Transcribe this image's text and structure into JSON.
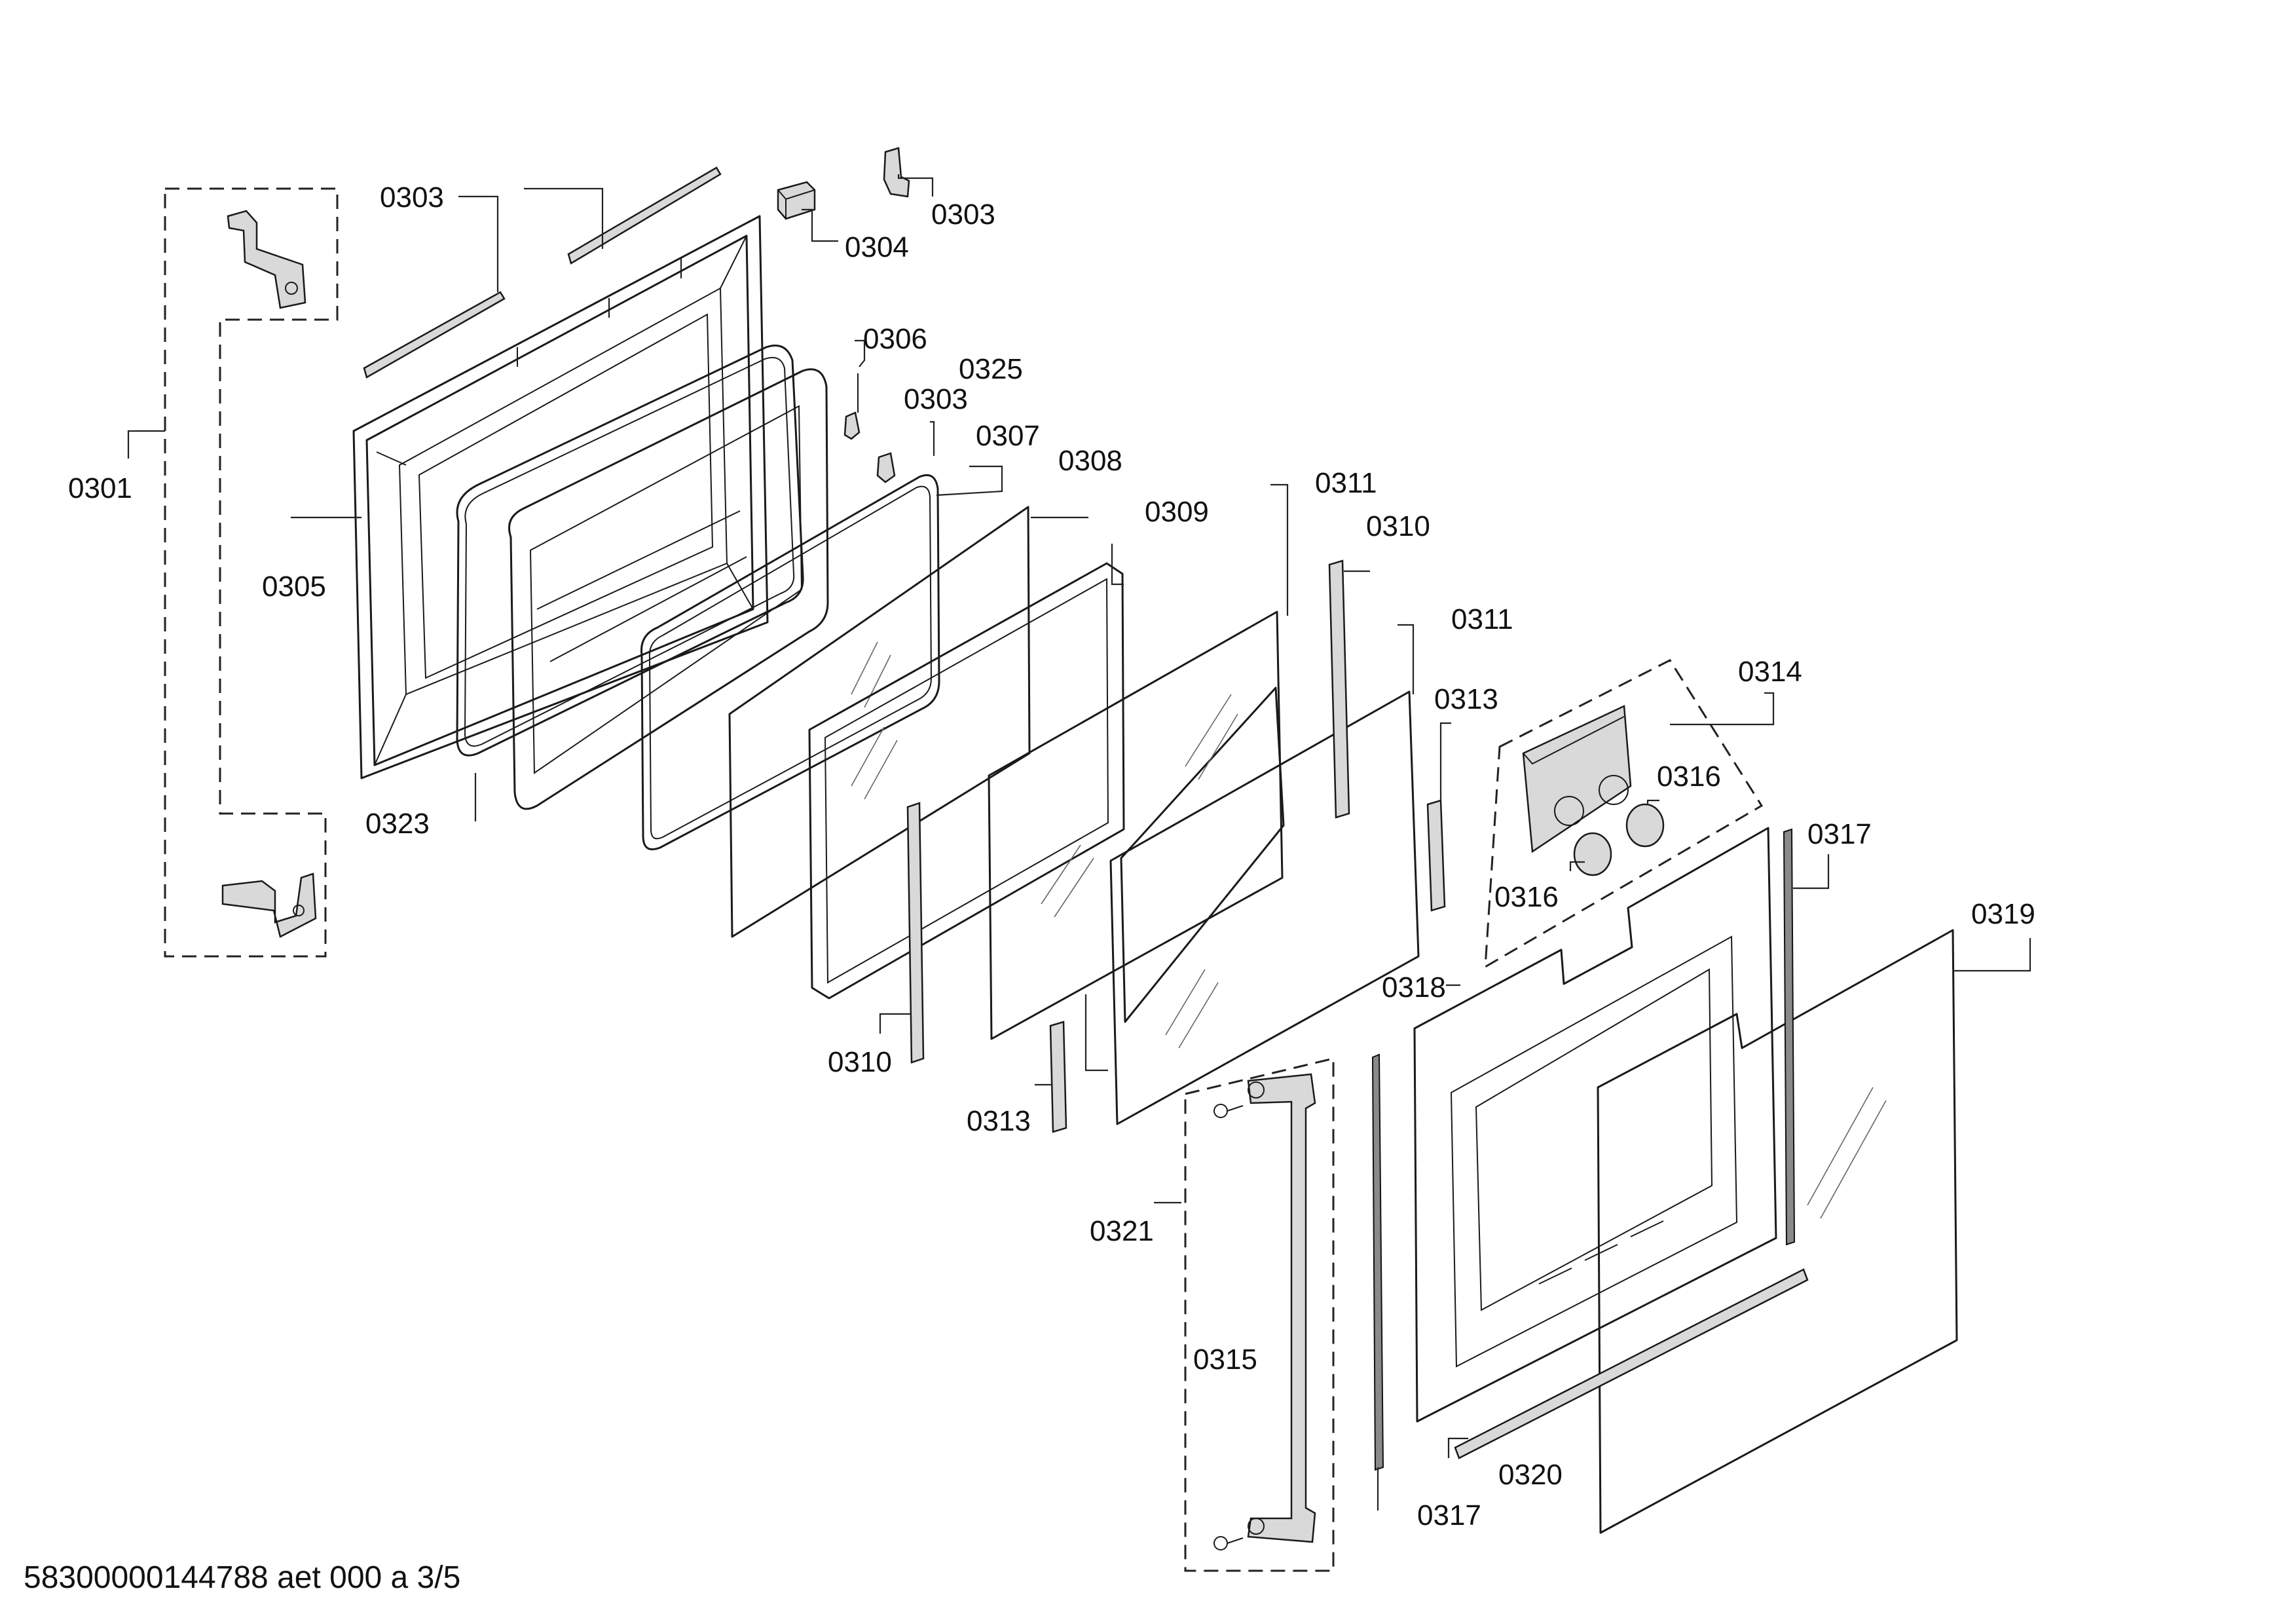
{
  "document": {
    "code": "58300000144788 aet 000 a 3/5"
  },
  "callouts": [
    {
      "id": "0301",
      "text": "0301"
    },
    {
      "id": "0303a",
      "text": "0303"
    },
    {
      "id": "0303b",
      "text": "0303"
    },
    {
      "id": "0303c",
      "text": "0303"
    },
    {
      "id": "0304",
      "text": "0304"
    },
    {
      "id": "0305",
      "text": "0305"
    },
    {
      "id": "0306",
      "text": "0306"
    },
    {
      "id": "0307",
      "text": "0307"
    },
    {
      "id": "0308",
      "text": "0308"
    },
    {
      "id": "0309",
      "text": "0309"
    },
    {
      "id": "0310a",
      "text": "0310"
    },
    {
      "id": "0310b",
      "text": "0310"
    },
    {
      "id": "0311a",
      "text": "0311"
    },
    {
      "id": "0311b",
      "text": "0311"
    },
    {
      "id": "0313a",
      "text": "0313"
    },
    {
      "id": "0313b",
      "text": "0313"
    },
    {
      "id": "0314",
      "text": "0314"
    },
    {
      "id": "0315",
      "text": "0315"
    },
    {
      "id": "0316a",
      "text": "0316"
    },
    {
      "id": "0316b",
      "text": "0316"
    },
    {
      "id": "0317a",
      "text": "0317"
    },
    {
      "id": "0317b",
      "text": "0317"
    },
    {
      "id": "0318",
      "text": "0318"
    },
    {
      "id": "0319",
      "text": "0319"
    },
    {
      "id": "0320",
      "text": "0320"
    },
    {
      "id": "0321",
      "text": "0321"
    },
    {
      "id": "0323",
      "text": "0323"
    },
    {
      "id": "0325",
      "text": "0325"
    }
  ]
}
